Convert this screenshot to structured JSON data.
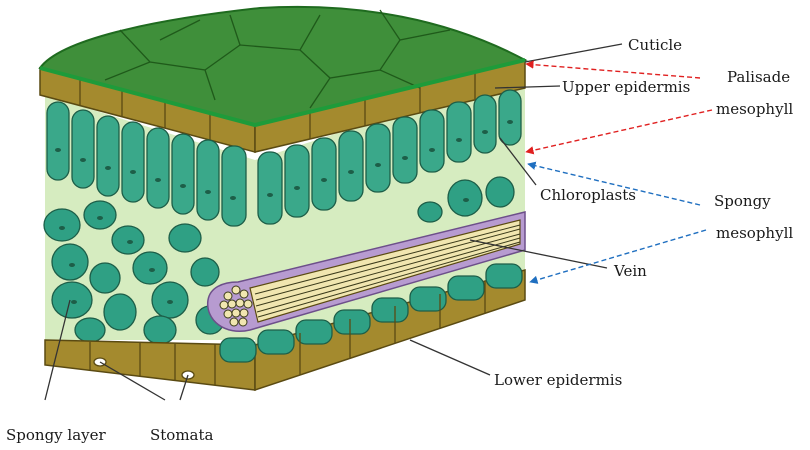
{
  "labels": {
    "cuticle": "Cuticle",
    "upper_epidermis": "Upper epidermis",
    "palisade_line1": "Palisade",
    "palisade_line2": "mesophyll",
    "chloroplasts": "Chloroplasts",
    "spongy_mesophyll_line1": "Spongy",
    "spongy_mesophyll_line2": "mesophyll",
    "vein": "Vein",
    "lower_epidermis": "Lower epidermis",
    "spongy_layer": "Spongy layer",
    "stomata": "Stomata"
  },
  "colors": {
    "cuticle_top": "#3f8f3a",
    "cuticle_edge": "#1f6b1f",
    "epidermis": "#a48a2e",
    "palisade_cell": "#3aa88a",
    "mesophyll_bg": "#d6ecc0",
    "vein_sheath": "#b79bd0",
    "vein_fibers": "#f1e6b0",
    "palisade_arrow": "#e02020",
    "spongy_arrow": "#1f6fc0",
    "leader": "#333333"
  }
}
